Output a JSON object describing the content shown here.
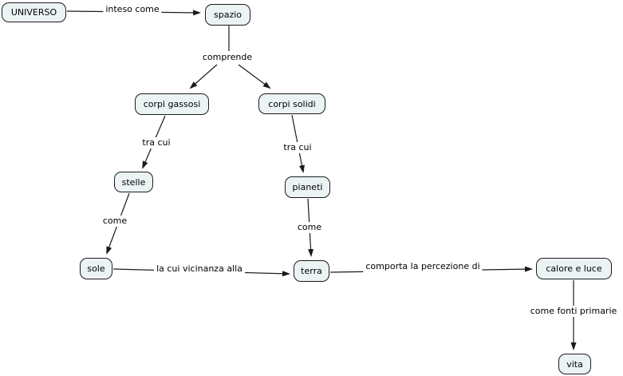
{
  "diagram": {
    "type": "concept-map",
    "language": "it",
    "topic": "UNIVERSO"
  },
  "nodes": [
    {
      "id": "universo",
      "label": "UNIVERSO"
    },
    {
      "id": "spazio",
      "label": "spazio"
    },
    {
      "id": "corpi-gassosi",
      "label": "corpi gassosi"
    },
    {
      "id": "corpi-solidi",
      "label": "corpi solidi"
    },
    {
      "id": "stelle",
      "label": "stelle"
    },
    {
      "id": "pianeti",
      "label": "pianeti"
    },
    {
      "id": "sole",
      "label": "sole"
    },
    {
      "id": "terra",
      "label": "terra"
    },
    {
      "id": "calore-e-luce",
      "label": "calore e luce"
    },
    {
      "id": "vita",
      "label": "vita"
    }
  ],
  "links": [
    {
      "from": "UNIVERSO",
      "to": "spazio",
      "label": "inteso come"
    },
    {
      "from": "spazio",
      "to": "corpi gassosi, corpi solidi",
      "label": "comprende"
    },
    {
      "from": "corpi gassosi",
      "to": "stelle",
      "label": "tra cui"
    },
    {
      "from": "corpi solidi",
      "to": "pianeti",
      "label": "tra cui"
    },
    {
      "from": "stelle",
      "to": "sole",
      "label": "come"
    },
    {
      "from": "pianeti",
      "to": "terra",
      "label": "come"
    },
    {
      "from": "sole",
      "to": "terra",
      "label": "la cui vicinanza alla"
    },
    {
      "from": "terra",
      "to": "calore e luce",
      "label": "comporta la percezione di"
    },
    {
      "from": "calore e luce",
      "to": "vita",
      "label": "come fonti primarie"
    }
  ],
  "colors": {
    "bg": "#ffffff",
    "node_fill": "#ecf3f4",
    "node_border": "#1c1c1c",
    "line": "#1a1a1a",
    "text": "#000000"
  }
}
